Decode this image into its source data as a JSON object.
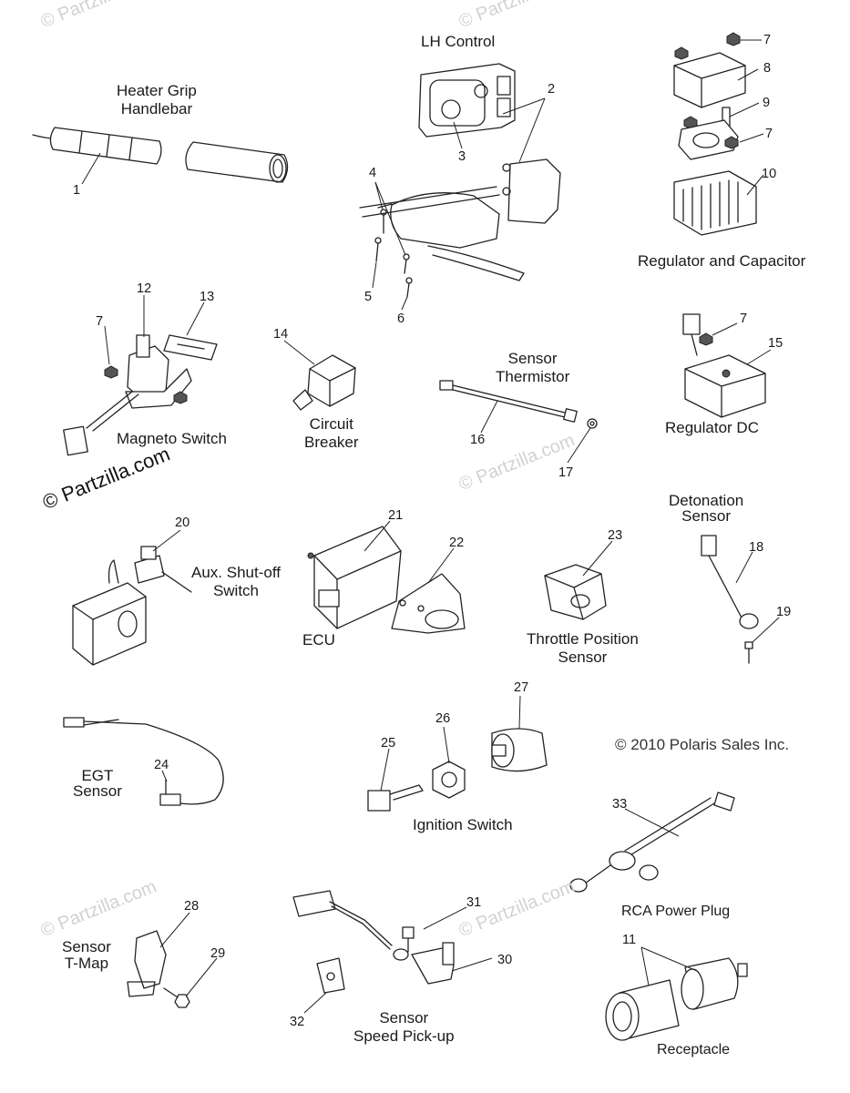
{
  "watermarks": {
    "main": "© Partzilla.com",
    "faint": "© Partzilla.com"
  },
  "copyright": "© 2010 Polaris Sales Inc.",
  "groups": [
    {
      "id": "heater-grip",
      "label": "Heater Grip\nHandlebar"
    },
    {
      "id": "lh-control",
      "label": "LH Control"
    },
    {
      "id": "regulator-capacitor",
      "label": "Regulator and Capacitor"
    },
    {
      "id": "magneto-switch",
      "label": "Magneto Switch"
    },
    {
      "id": "circuit-breaker",
      "label": "Circuit\nBreaker"
    },
    {
      "id": "sensor-thermistor",
      "label": "Sensor\nThermistor"
    },
    {
      "id": "regulator-dc",
      "label": "Regulator DC"
    },
    {
      "id": "detonation-sensor",
      "label": "Detonation\nSensor"
    },
    {
      "id": "aux-shutoff",
      "label": "Aux. Shut-off\nSwitch"
    },
    {
      "id": "ecu",
      "label": "ECU"
    },
    {
      "id": "tps",
      "label": "Throttle Position\nSensor"
    },
    {
      "id": "egt-sensor",
      "label": "EGT\nSensor"
    },
    {
      "id": "ignition-switch",
      "label": "Ignition Switch"
    },
    {
      "id": "rca-plug",
      "label": "RCA Power Plug"
    },
    {
      "id": "sensor-tmap",
      "label": "Sensor\nT-Map"
    },
    {
      "id": "speed-pickup",
      "label": "Sensor\nSpeed Pick-up"
    },
    {
      "id": "receptacle",
      "label": "Receptacle"
    }
  ],
  "callouts": [
    "1",
    "2",
    "3",
    "4",
    "5",
    "6",
    "7",
    "7",
    "7",
    "7",
    "8",
    "9",
    "10",
    "11",
    "12",
    "13",
    "14",
    "15",
    "16",
    "17",
    "18",
    "19",
    "20",
    "21",
    "22",
    "23",
    "24",
    "25",
    "26",
    "27",
    "28",
    "29",
    "30",
    "31",
    "32",
    "33"
  ]
}
